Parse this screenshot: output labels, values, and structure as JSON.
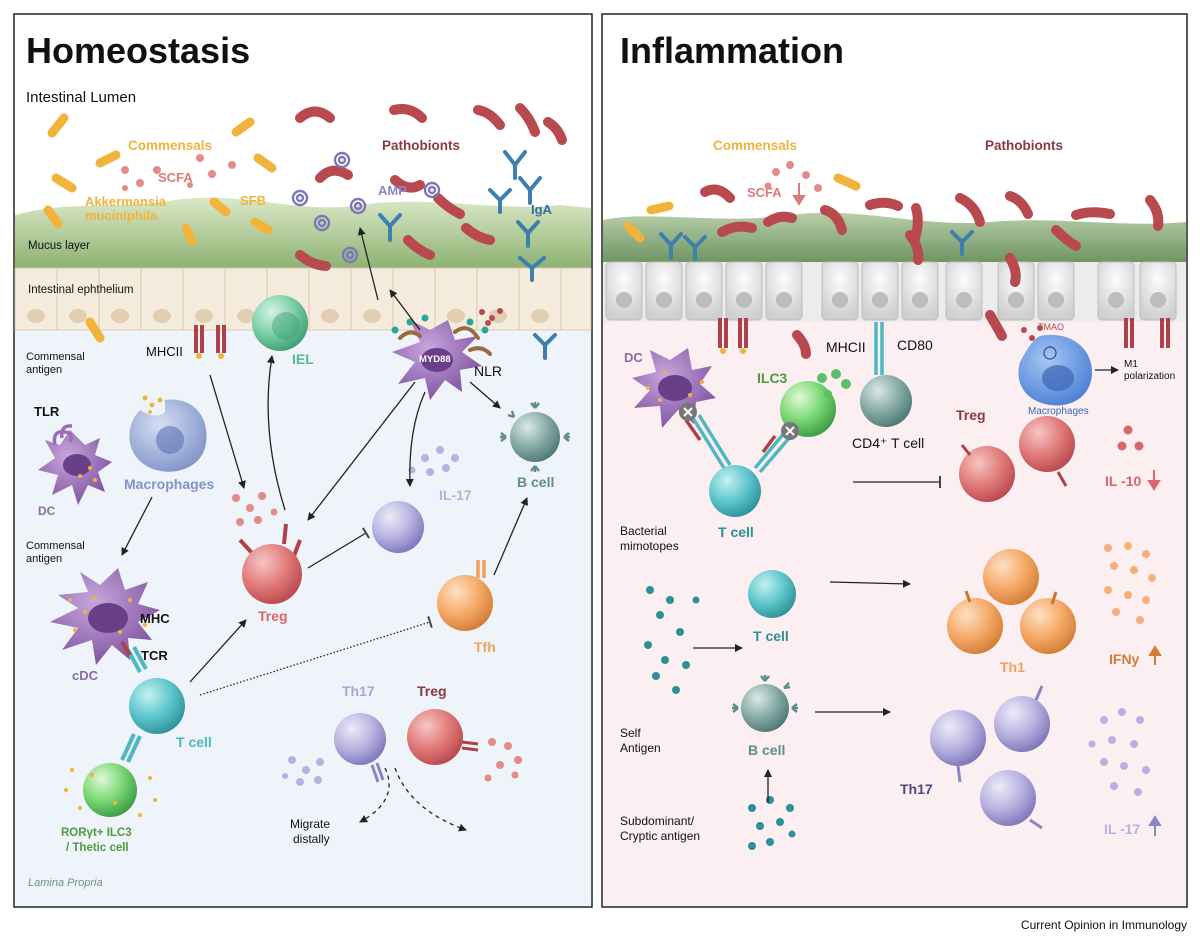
{
  "homeostasis": {
    "title": "Homeostasis",
    "lumen": "Intestinal Lumen",
    "commensals": "Commensals",
    "pathobionts": "Pathobionts",
    "scfa": "SCFA",
    "akkermansia_1": "Akkermansia",
    "akkermansia_2": "muciniphila",
    "sfb": "SFB",
    "amp": "AMP",
    "iga": "IgA",
    "mucus": "Mucus layer",
    "epithelium": "Intestinal ephthelium",
    "commensal_antigen_a1": "Commensal",
    "commensal_antigen_a2": "antigen",
    "mhcii": "MHCII",
    "iel": "IEL",
    "myd88": "MYD88",
    "nlr": "NLR",
    "tlr": "TLR",
    "macrophages": "Macrophages",
    "dc": "DC",
    "commensal_antigen_b1": "Commensal",
    "commensal_antigen_b2": "antigen",
    "il17": "IL-17",
    "bcell": "B cell",
    "treg": "Treg",
    "mhc": "MHC",
    "tcr": "TCR",
    "cdc": "cDC",
    "tfh": "Tfh",
    "tcell": "T cell",
    "th17": "Th17",
    "treg2": "Treg",
    "migrate_1": "Migrate",
    "migrate_2": "distally",
    "ror_1": "RORγt+ ILC3",
    "ror_2": "/ Thetic cell",
    "lamina": "Lamina Propria"
  },
  "inflammation": {
    "title": "Inflammation",
    "commensals": "Commensals",
    "pathobionts": "Pathobionts",
    "scfa": "SCFA",
    "tmao": "TMAO",
    "m1_1": "M1",
    "m1_2": "polarization",
    "macrophages": "Macrophages",
    "dc": "DC",
    "ilc3": "ILC3",
    "mhcii": "MHCII",
    "cd80": "CD80",
    "cd4_tcell": "CD4⁺ T cell",
    "treg": "Treg",
    "il10": "IL -10",
    "tcell_a": "T cell",
    "bact_1": "Bacterial",
    "bact_2": "mimotopes",
    "tcell_b": "T cell",
    "th1": "Th1",
    "ifny": "IFNy",
    "bcell": "B cell",
    "self_1": "Self",
    "self_2": "Antigen",
    "th17": "Th17",
    "il17": "IL -17",
    "sub_1": "Subdominant/",
    "sub_2": "Cryptic antigen"
  },
  "footer": "Current Opinion in Immunology",
  "colors": {
    "commensal": "#f2b33d",
    "pathobiont": "#b84a4f",
    "treg": "#d9666b",
    "tcell": "#4fb7c0",
    "ilc3": "#5cbf6a",
    "dc": "#9a6db8",
    "macrophage": "#8a9fd0",
    "tfh": "#f0a25a",
    "th17": "#a9a3d6",
    "bcell": "#5e8f8c",
    "homeo_bg": "#eef4f9",
    "inflam_bg": "#fbeff2",
    "mucus": "#9ab882",
    "epithelium": "#f1e6d6"
  }
}
